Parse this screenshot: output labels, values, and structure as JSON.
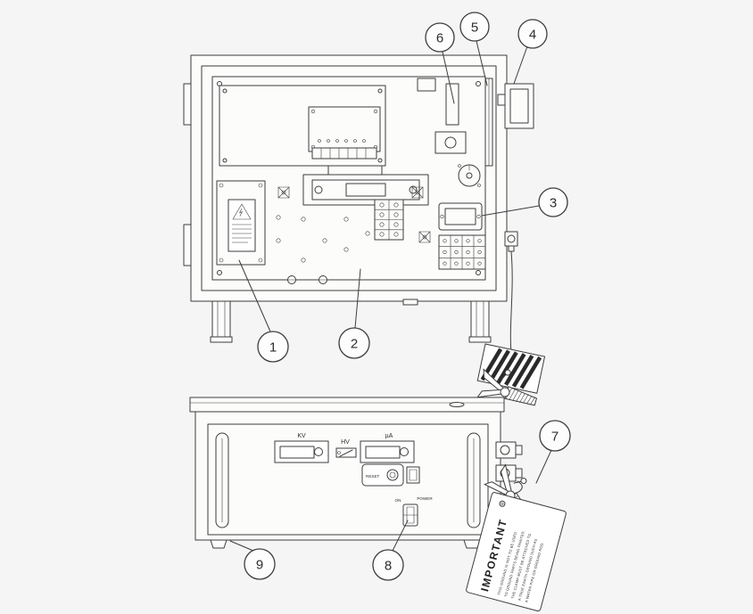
{
  "colors": {
    "background": "#f4f5f4",
    "line": "#3d3d3d"
  },
  "diagram": {
    "type": "exploded-parts-diagram",
    "subject": "power-supply-control-unit-top-and-front-views"
  },
  "callouts": [
    {
      "label": "1"
    },
    {
      "label": "2"
    },
    {
      "label": "3"
    },
    {
      "label": "4"
    },
    {
      "label": "5"
    },
    {
      "label": "6"
    },
    {
      "label": "7"
    },
    {
      "label": "8"
    },
    {
      "label": "9"
    }
  ],
  "panel": {
    "kv": "KV",
    "hv": "HV",
    "ua": "µA",
    "reset": "RESET",
    "on": "ON",
    "power": "POWER"
  },
  "tag": {
    "title": "IMPORTANT",
    "lines": [
      "THIS GROUND IS NOT TO BE USED",
      "TO GROUND PARTS BEING PAINTED.",
      "THE CLAMP MUST BE ATTACHED TO",
      "A TRUE EARTH GROUND SUCH AS",
      "A WATER PIPE OR GROUND ROD."
    ]
  }
}
